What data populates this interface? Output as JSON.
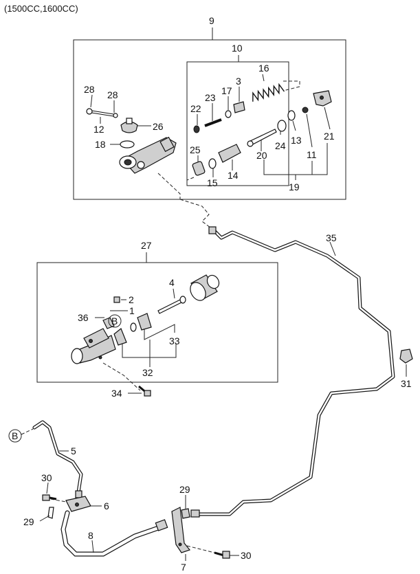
{
  "header": {
    "title": "(1500CC,1600CC)"
  },
  "labels": {
    "p9": "9",
    "p10": "10",
    "p16": "16",
    "p3": "3",
    "p17": "17",
    "p23": "23",
    "p22": "22",
    "p28a": "28",
    "p28b": "28",
    "p12": "12",
    "p26": "26",
    "p18": "18",
    "p25": "25",
    "p15": "15",
    "p14": "14",
    "p20": "20",
    "p24": "24",
    "p13": "13",
    "p11": "11",
    "p21": "21",
    "p19": "19",
    "p27": "27",
    "p4": "4",
    "p2": "2",
    "p1": "1",
    "p36": "36",
    "pB1": "B",
    "p33": "33",
    "p32": "32",
    "p34": "34",
    "p35": "35",
    "p31": "31",
    "pB2": "B",
    "p5": "5",
    "p30a": "30",
    "p6": "6",
    "p29a": "29",
    "p8": "8",
    "p29b": "29",
    "p30b": "30",
    "p7": "7"
  },
  "icons": {
    "master_cylinder": "master-cylinder-icon",
    "release_cylinder": "release-cylinder-icon",
    "clutch_pipe": "pipe-icon",
    "clutch_hose": "hose-icon",
    "bracket": "bracket-icon",
    "clip": "clip-icon"
  }
}
